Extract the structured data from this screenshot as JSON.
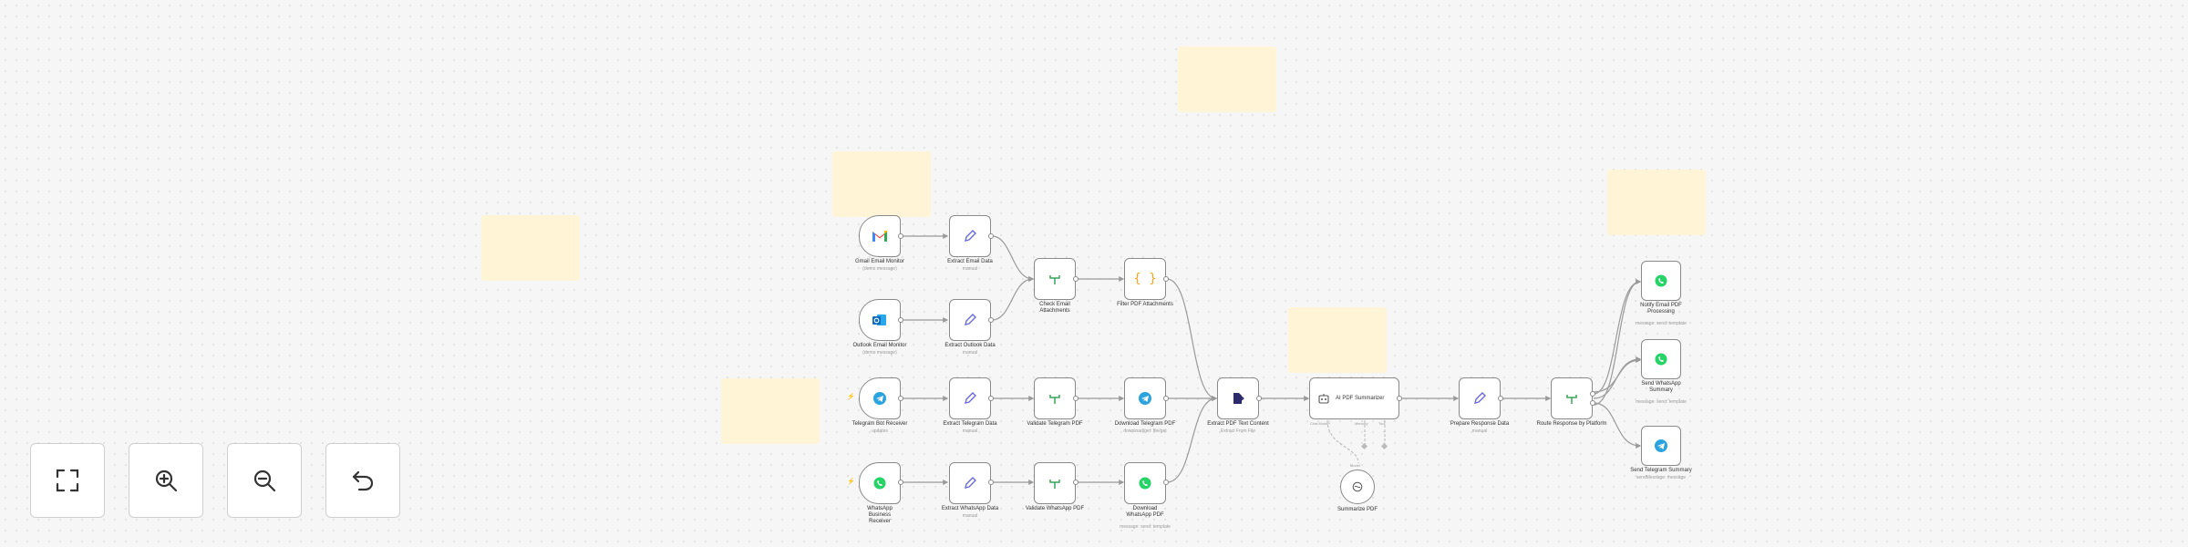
{
  "colors": {
    "canvas": "#f6f6f6",
    "sticky": "#fff4d6",
    "node_border": "#8a8a8a",
    "edge": "#9a9a9a",
    "gmail_red": "#ea4335",
    "outlook_blue": "#0f6cbd",
    "telegram_blue": "#2aa3df",
    "whatsapp_green": "#25d366",
    "set_purple": "#6b6bd8",
    "if_green": "#3aa55b",
    "code_orange": "#f5a623",
    "trigger_bolt": "#ff6d5a"
  },
  "nodes": {
    "gmail_trigger": {
      "title": "Gmail Email Monitor",
      "subtitle": "(demo message)",
      "icon": "gmail-icon"
    },
    "extract_email": {
      "title": "Extract Email Data",
      "subtitle": "manual",
      "icon": "pencil-icon"
    },
    "outlook_trigger": {
      "title": "Outlook Email Monitor",
      "subtitle": "(demo message)",
      "icon": "outlook-icon"
    },
    "extract_outlook": {
      "title": "Extract Outlook Data",
      "subtitle": "manual",
      "icon": "pencil-icon"
    },
    "check_email": {
      "title": "Check Email Attachments",
      "subtitle": "",
      "icon": "if-icon"
    },
    "filter_pdf": {
      "title": "Filter PDF Attachments",
      "subtitle": "",
      "icon": "code-icon"
    },
    "telegram_trigger": {
      "title": "Telegram Bot Receiver",
      "subtitle": "updates",
      "icon": "telegram-icon"
    },
    "extract_telegram": {
      "title": "Extract Telegram Data",
      "subtitle": "manual",
      "icon": "pencil-icon"
    },
    "validate_telegram": {
      "title": "Validate Telegram PDF",
      "subtitle": "",
      "icon": "if-icon"
    },
    "download_telegram": {
      "title": "Download Telegram PDF",
      "subtitle": "download/get: file/get",
      "icon": "telegram-icon"
    },
    "whatsapp_trigger": {
      "title": "WhatsApp Business Receiver",
      "subtitle": "",
      "icon": "whatsapp-icon"
    },
    "extract_whatsapp": {
      "title": "Extract WhatsApp Data",
      "subtitle": "manual",
      "icon": "pencil-icon"
    },
    "validate_whatsapp": {
      "title": "Validate WhatsApp PDF",
      "subtitle": "",
      "icon": "if-icon"
    },
    "download_whatsapp": {
      "title": "Download WhatsApp PDF",
      "subtitle": "message: send: template",
      "icon": "whatsapp-icon"
    },
    "extract_pdf_text": {
      "title": "Extract PDF Text Content",
      "subtitle": "Extract From File",
      "icon": "pdf-extract-icon"
    },
    "ai_summarizer": {
      "title": "AI PDF Summarizer",
      "subtitle": "",
      "icon": "robot-icon",
      "ports": {
        "chat_model": "Chat Model*",
        "memory": "Memory",
        "tool": "Tool"
      }
    },
    "summarize_pdf": {
      "title": "Summarize PDF",
      "subtitle": "",
      "icon": "model-icon",
      "tag": "Model"
    },
    "prepare_response": {
      "title": "Prepare Response Data",
      "subtitle": "manual",
      "icon": "pencil-icon"
    },
    "route_response": {
      "title": "Route Response by Platform",
      "subtitle": "",
      "icon": "switch-icon"
    },
    "notify_email": {
      "title": "Notify Email PDF Processing",
      "subtitle": "message: send: template",
      "icon": "whatsapp-icon"
    },
    "send_whatsapp": {
      "title": "Send WhatsApp Summary",
      "subtitle": "message: send: template",
      "icon": "whatsapp-icon"
    },
    "send_telegram": {
      "title": "Send Telegram Summary",
      "subtitle": "sendMessage: message",
      "icon": "telegram-icon"
    }
  },
  "controls": {
    "fit": {
      "icon": "fit-view-icon"
    },
    "zoom_in": {
      "icon": "zoom-in-icon"
    },
    "zoom_out": {
      "icon": "zoom-out-icon"
    },
    "undo": {
      "icon": "undo-icon"
    }
  }
}
